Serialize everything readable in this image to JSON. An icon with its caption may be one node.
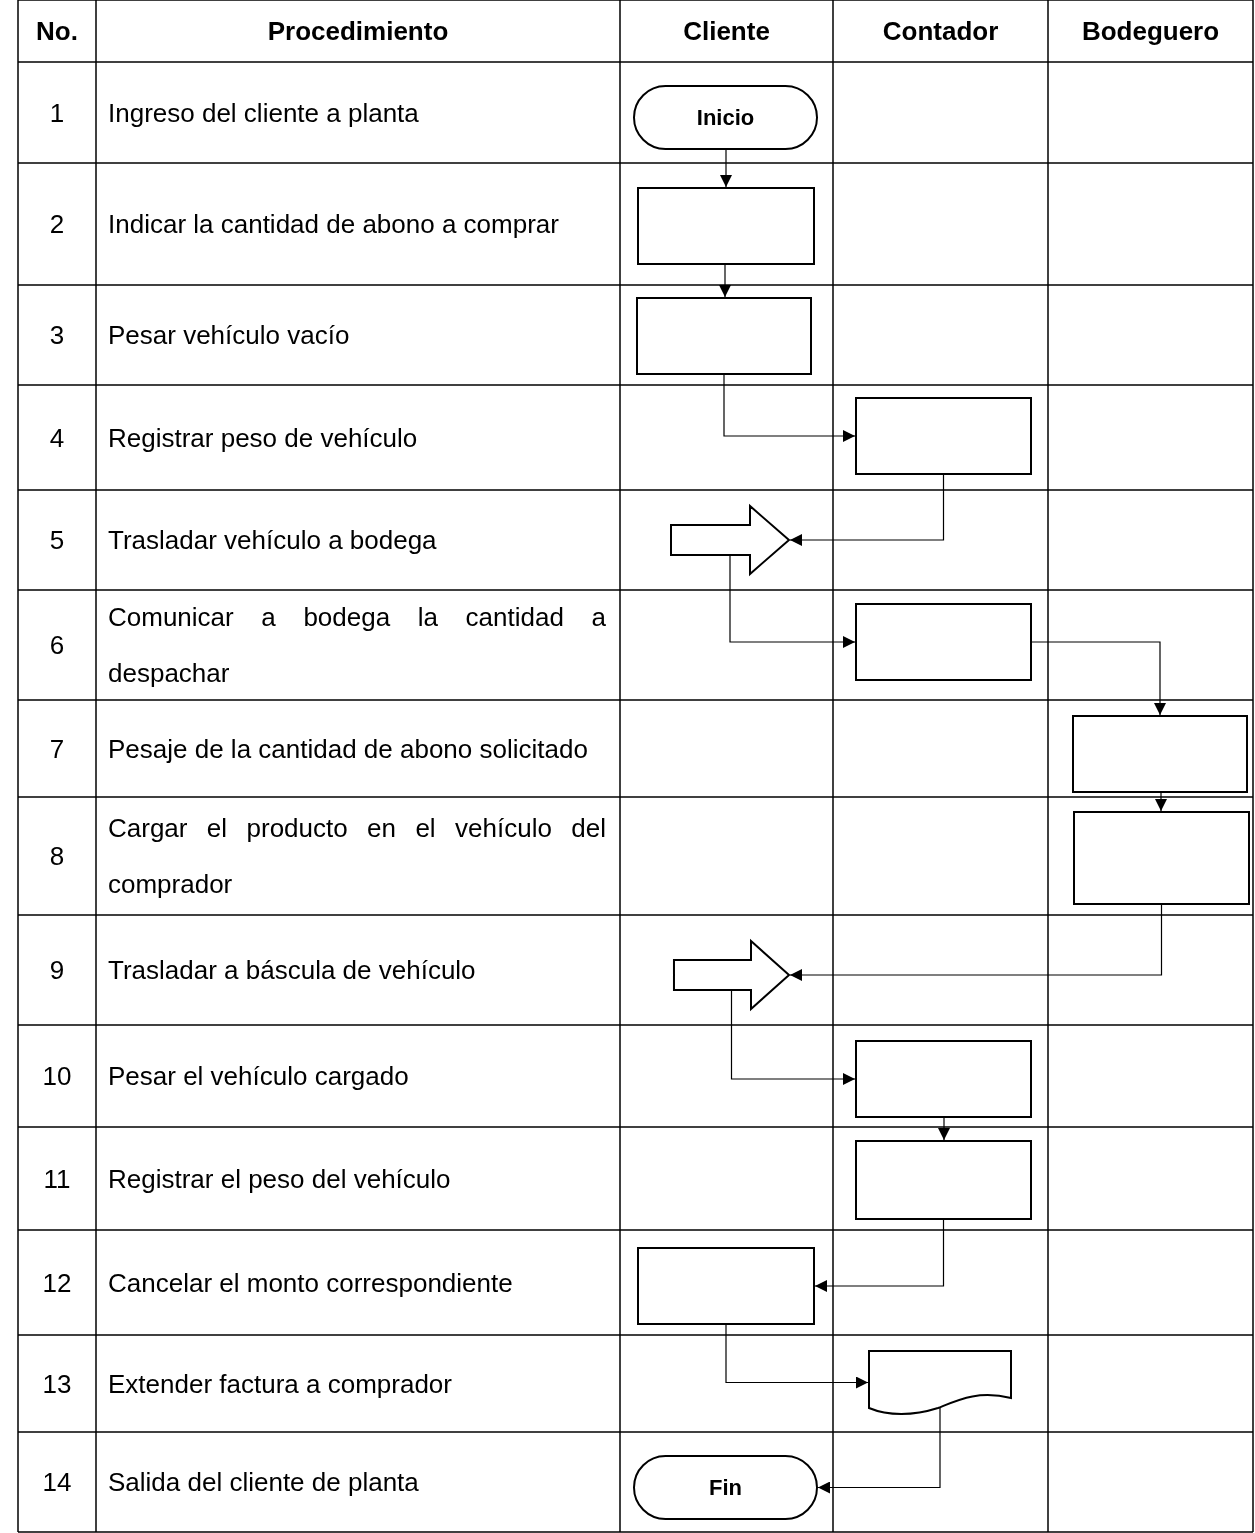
{
  "diagram": {
    "nodes": [
      {
        "text": [
          "Inicio"
        ]
      },
      {
        "text": [],
        "shape": "box"
      },
      {
        "text": [],
        "shape": "box"
      },
      {
        "text": [],
        "shape": "box"
      },
      {
        "text": [],
        "shape": "arrow"
      },
      {
        "text": [],
        "shape": "box"
      },
      {
        "text": [],
        "shape": "box"
      },
      {
        "text": [],
        "shape": "box"
      },
      {
        "text": [],
        "shape": "arrow"
      },
      {
        "text": [],
        "shape": "box"
      },
      {
        "text": [],
        "shape": "box"
      },
      {
        "text": [],
        "shape": "box"
      },
      {
        "text": [],
        "shape": "document"
      },
      {
        "text": [
          "Fin"
        ]
      }
    ],
    "edges": [
      {
        "from": 0,
        "to": 1,
        "arrow": "to"
      },
      {
        "from": 1,
        "to": 2,
        "arrow": "to"
      },
      {
        "from": 2,
        "to": 3,
        "arrow": "to"
      },
      {
        "from": 3,
        "to": 4,
        "arrow": "to"
      },
      {
        "from": 4,
        "to": 5,
        "arrow": "to"
      },
      {
        "from": 5,
        "to": 6,
        "arrow": "to"
      },
      {
        "from": 6,
        "to": 7,
        "arrow": "to"
      },
      {
        "from": 7,
        "to": 8,
        "arrow": "to"
      },
      {
        "from": 8,
        "to": 9,
        "arrow": "to"
      },
      {
        "from": 9,
        "to": 10,
        "arrow": "to"
      },
      {
        "from": 10,
        "to": 11,
        "arrow": "to"
      },
      {
        "from": 11,
        "to": 12,
        "arrow": "to"
      },
      {
        "from": 12,
        "to": 13,
        "arrow": "to"
      }
    ],
    "labels": [
      "No.",
      "Procedimiento",
      "Cliente",
      "Contador",
      "Bodeguero",
      "1",
      "Ingreso del cliente a planta",
      "2",
      "Indicar la cantidad de abono a comprar",
      "3",
      "Pesar vehículo vacío",
      "4",
      "Registrar peso de vehículo",
      "5",
      "Trasladar vehículo a bodega",
      "6",
      "Comunicar a bodega la cantidad a despachar",
      "7",
      "Pesaje de la cantidad de abono solicitado",
      "8",
      "Cargar el producto en el vehículo del comprador",
      "9",
      "Trasladar a báscula de vehículo",
      "10",
      "Pesar el vehículo cargado",
      "11",
      "Registrar el peso del vehículo",
      "12",
      "Cancelar el monto correspondiente",
      "13",
      "Extender factura a comprador",
      "14",
      "Salida del cliente de planta"
    ]
  }
}
